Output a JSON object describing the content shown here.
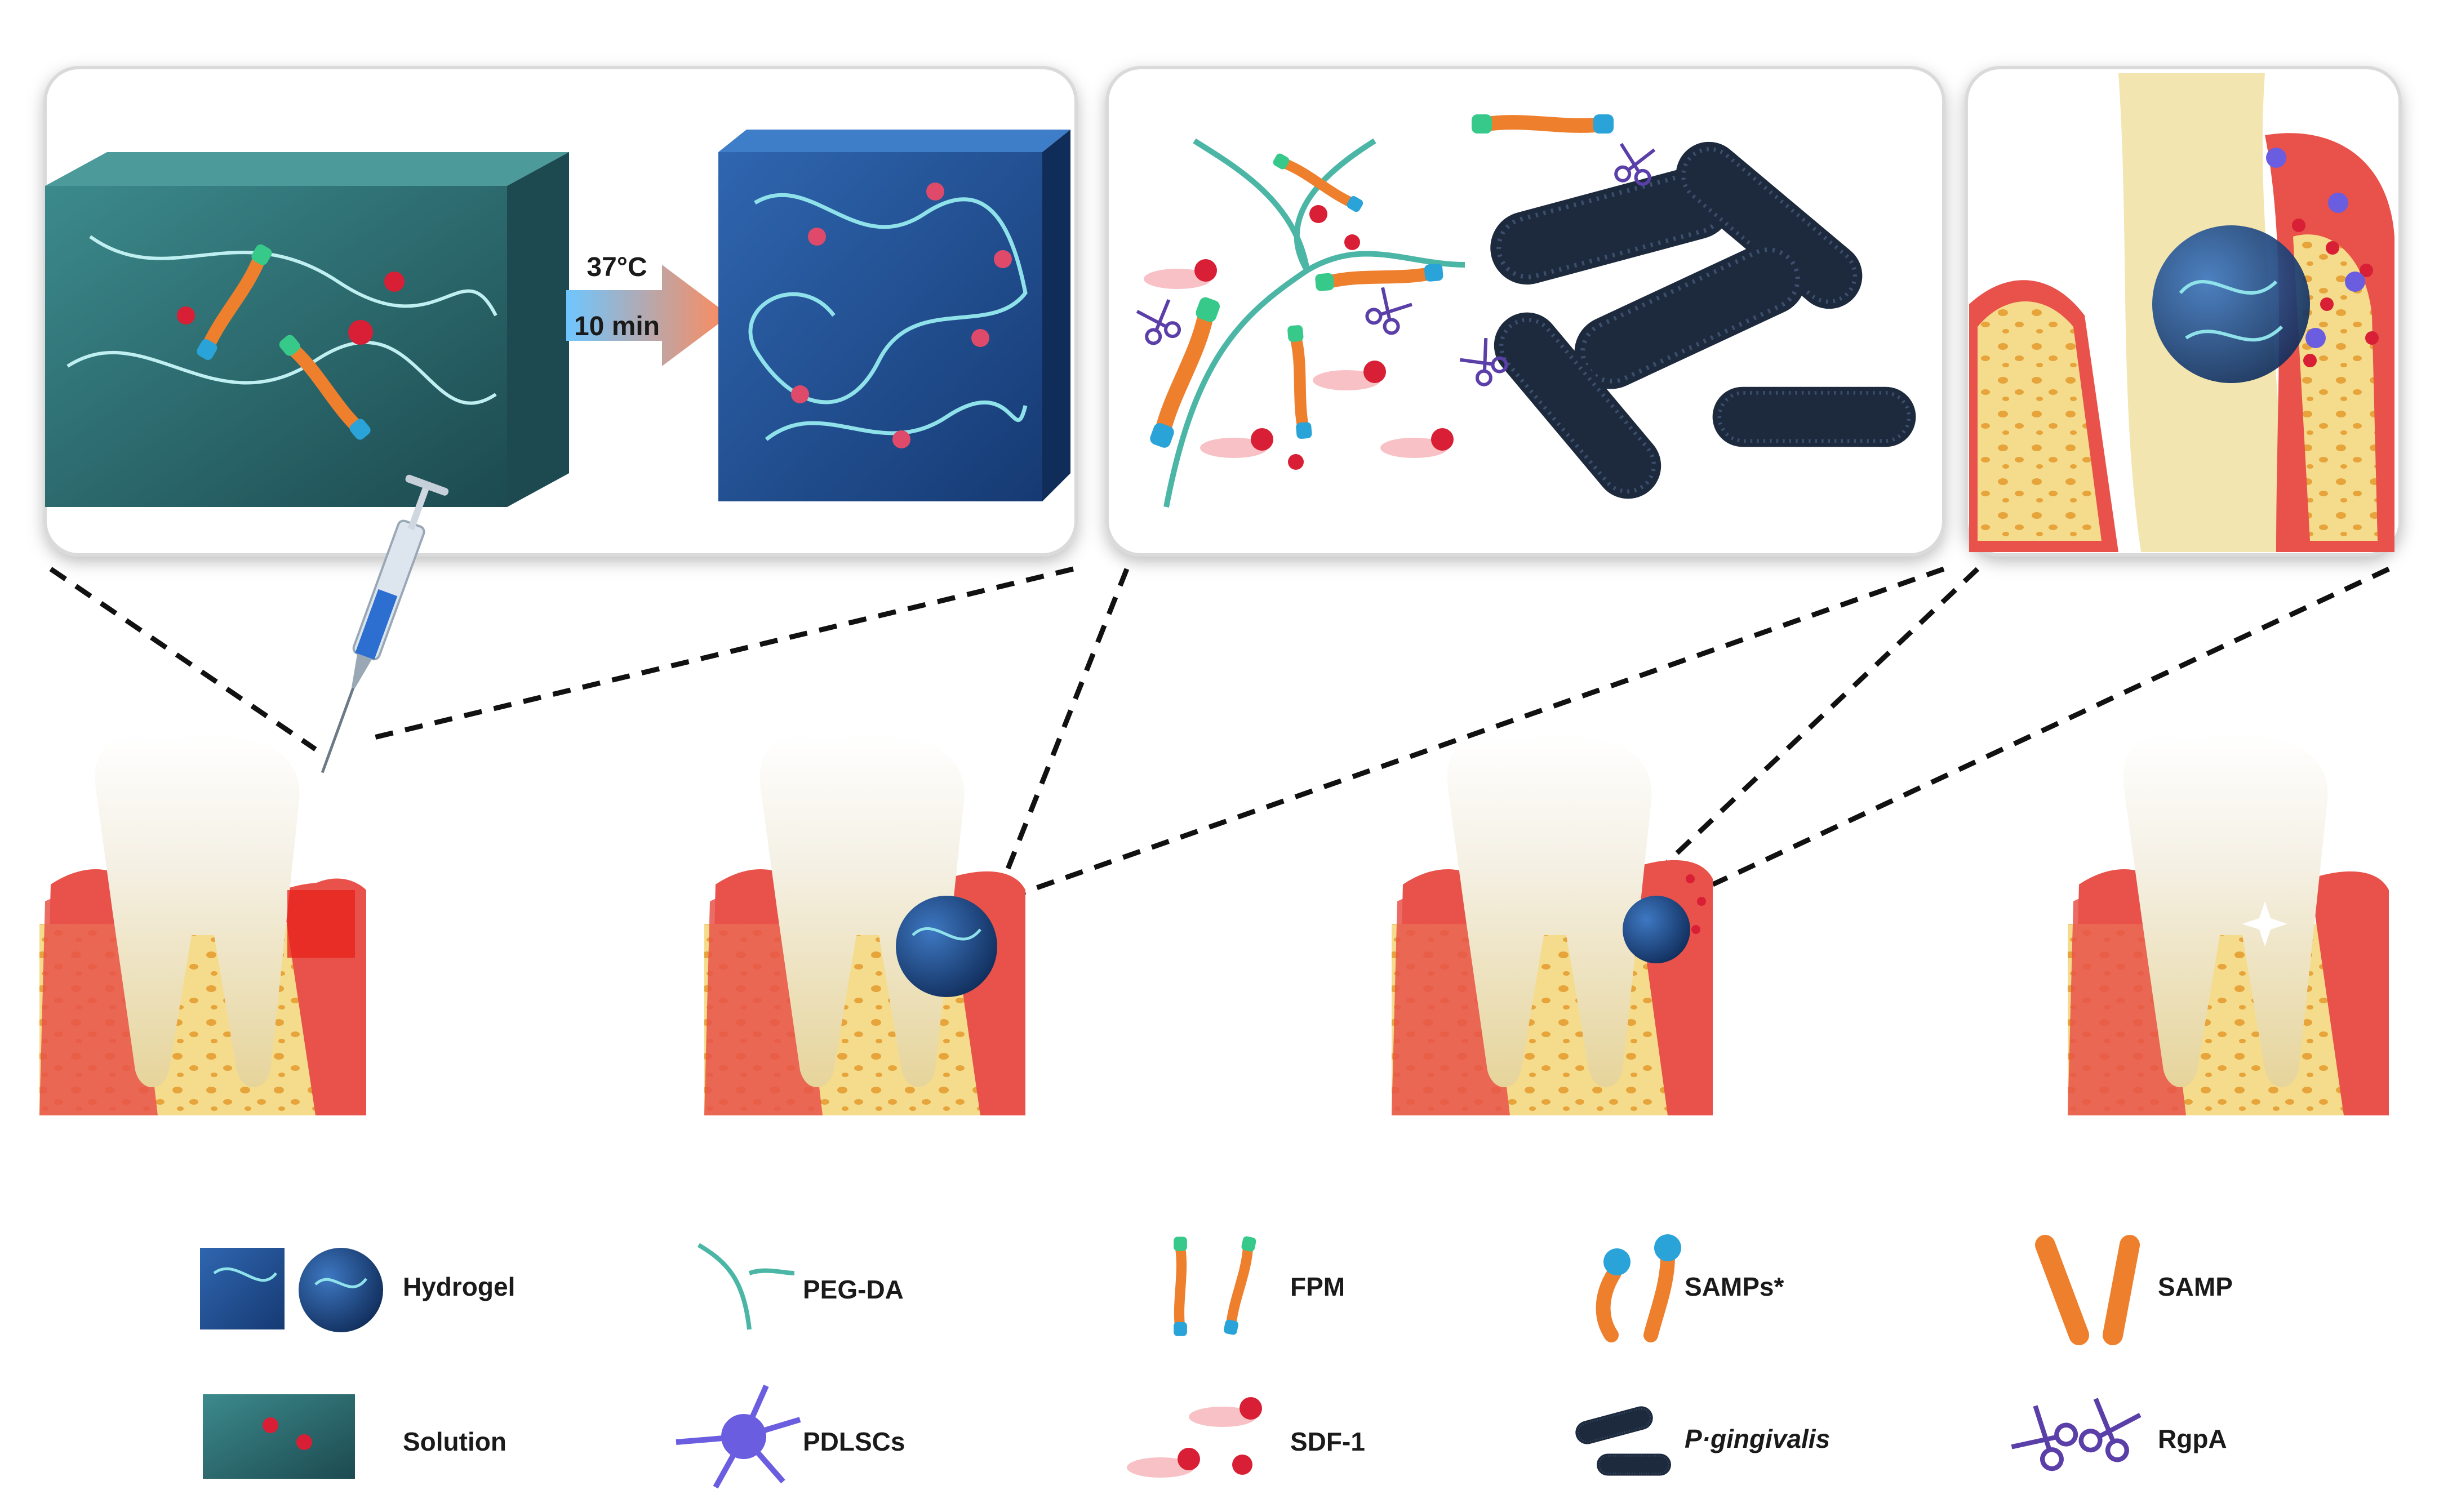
{
  "panel_1": {
    "temperature": "37°C",
    "duration": "10 min"
  },
  "legend": {
    "hydrogel": "Hydrogel",
    "solution": "Solution",
    "peg_da": "PEG-DA",
    "pdlscs": "PDLSCs",
    "fpm": "FPM",
    "sdf1": "SDF-1",
    "samps_star": "SAMPs*",
    "p_gingivalis": "P·gingivalis",
    "samp": "SAMP",
    "rgpa": "RgpA"
  },
  "colors": {
    "gel_blue": "#1f4e8c",
    "solution_teal": "#2c6b6e",
    "gum_red": "#e8524a",
    "bone_yellow": "#f4d98a",
    "peptide_orange": "#ee7f2d",
    "cap_blue": "#2aa3d9",
    "cap_green": "#37c98a",
    "sdf_red": "#d81f35",
    "bacteria_dark": "#1d2a3d",
    "rgpa_purple": "#5b3fa8"
  }
}
